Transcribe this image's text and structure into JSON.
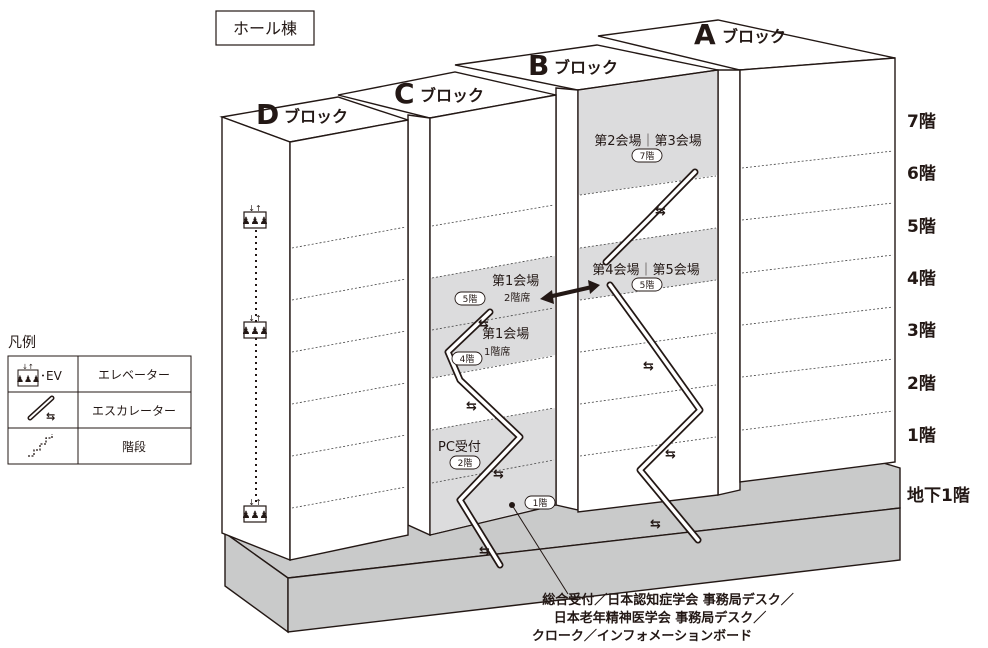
{
  "building_label": "ホール棟",
  "blocks": [
    {
      "letter": "A",
      "suffix": "ブロック"
    },
    {
      "letter": "B",
      "suffix": "ブロック"
    },
    {
      "letter": "C",
      "suffix": "ブロック"
    },
    {
      "letter": "D",
      "suffix": "ブロック"
    }
  ],
  "floors": [
    "7階",
    "6階",
    "5階",
    "4階",
    "3階",
    "2階",
    "1階",
    "地下1階"
  ],
  "venues": {
    "room23": "第2会場｜第3会場",
    "room23_floor": "7階",
    "room45": "第4会場｜第5会場",
    "room45_floor": "5階",
    "room1_2f": "第1会場",
    "room1_2f_sub": "2階席",
    "room1_2f_floor": "5階",
    "room1_1f": "第1会場",
    "room1_1f_sub": "1階席",
    "room1_1f_floor": "4階",
    "pc_reception": "PC受付",
    "pc_reception_floor": "2階",
    "ground_floor_marker": "1階"
  },
  "callout": {
    "line1": "総合受付／日本認知症学会 事務局デスク／",
    "line2": "日本老年精神医学会 事務局デスク／",
    "line3": "クローク／インフォメーションボード"
  },
  "legend": {
    "title": "凡例",
    "rows": [
      {
        "icon": "elevator-icon",
        "icon_suffix": "･EV",
        "label": "エレベーター"
      },
      {
        "icon": "escalator-icon",
        "label": "エスカレーター"
      },
      {
        "icon": "stairs-icon",
        "label": "階段"
      }
    ]
  },
  "colors": {
    "venue_fill": "#dcdcdd",
    "base_fill": "#c9caca",
    "line": "#231815"
  }
}
